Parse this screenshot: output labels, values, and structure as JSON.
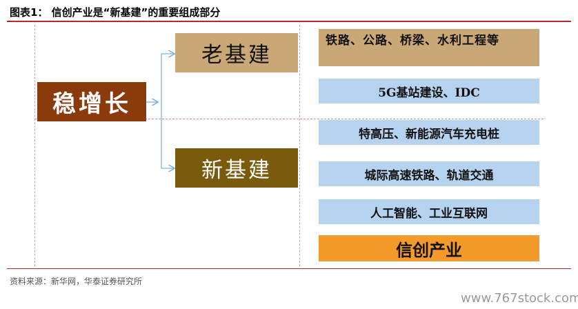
{
  "figure": {
    "title": "图表1：  信创产业是“新基建”的重要组成部分",
    "source": "资料来源：新华网，华泰证券研究所",
    "watermark": "www.767stock.com"
  },
  "diagram": {
    "root": "稳增长",
    "branches": [
      "老基建",
      "新基建"
    ],
    "items": [
      "铁路、公路、桥梁、水利工程等",
      "5G基站建设、IDC",
      "特高压、新能源汽车充电桩",
      "城际高速铁路、轨道交通",
      "人工智能、工业互联网",
      "信创产业"
    ]
  },
  "colors": {
    "root_fill": "#8b3a0c",
    "old_fill": "#c9a777",
    "new_fill": "#7a5a0c",
    "item_blue": "#b5d3ee",
    "item_orange": "#f39a2b",
    "rule_red": "#b0292d",
    "connector": "#7fb2d9"
  }
}
